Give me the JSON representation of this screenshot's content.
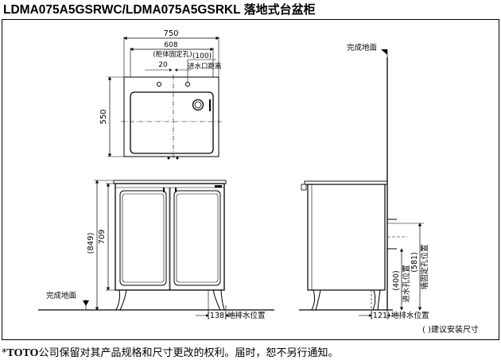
{
  "header": {
    "model": "LDMA075A5GSRWC/LDMA075A5GSRKL",
    "product": "落地式台盆柜"
  },
  "footer": {
    "star": "*",
    "brand": "TOTO",
    "disclaimer": "公司保留对其产品规格和尺寸更改的权利。届时，恕不另行通知。"
  },
  "dimensions": {
    "overall_width": "750",
    "hole_span": "608",
    "cabinet_fixing_holes": "(柜体固定孔)",
    "offset_20": "20",
    "inlet_distance_value": "(100)",
    "inlet_distance_label": "进水口距离",
    "depth_550": "550",
    "height_849": "(849)",
    "height_709": "709",
    "drain_138": "(138)",
    "drain_label_front": "地排水位置",
    "drain_121": "(121)",
    "drain_label_side": "地排水位置",
    "inlet_height": "(400)",
    "inlet_label": "进水孔位置",
    "wall_fix_height": "(581)",
    "wall_fix_label": "墙固定孔位置"
  },
  "labels": {
    "finished_floor_front": "完成地面",
    "finished_floor_side": "完成地面",
    "legend": "( )建议安装尺寸"
  }
}
